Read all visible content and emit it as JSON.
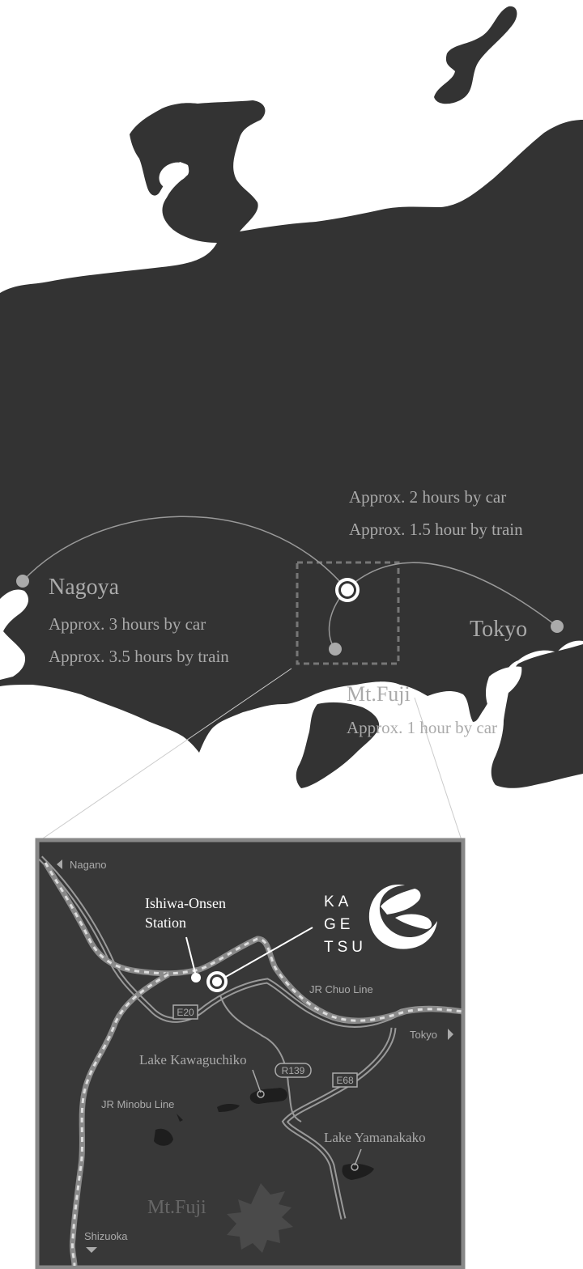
{
  "overview": {
    "nagoya": {
      "name": "Nagoya",
      "car": "Approx. 3 hours by car",
      "train": "Approx. 3.5 hours by train"
    },
    "tokyo": {
      "name": "Tokyo",
      "car": "Approx. 2 hours by car",
      "train": "Approx. 1.5 hour by train"
    },
    "fuji": {
      "name": "Mt.Fuji",
      "car": "Approx. 1 hour by car"
    }
  },
  "detail": {
    "nagano": "Nagano",
    "tokyo": "Tokyo",
    "shizuoka": "Shizuoka",
    "station_line1": "Ishiwa-Onsen",
    "station_line2": "Station",
    "jr_chuo": "JR Chuo Line",
    "jr_minobu": "JR Minobu Line",
    "e20": "E20",
    "e68": "E68",
    "r139": "R139",
    "lake_kawaguchiko": "Lake Kawaguchiko",
    "lake_yamanakako": "Lake Yamanakako",
    "mt_fuji": "Mt.Fuji"
  },
  "logo": {
    "line1": "KA",
    "line2": "GE",
    "line3": "TSU"
  },
  "colors": {
    "land": "#333333",
    "panel": "#383838",
    "panel_border": "#888888",
    "text_light": "#aaaaaa",
    "route": "#bbbbbb"
  }
}
